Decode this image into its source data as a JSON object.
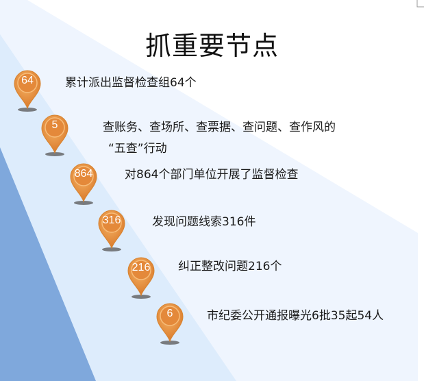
{
  "title": "抓重要节点",
  "colors": {
    "pin": "#e8923a",
    "band_dark": "#7fa8dc",
    "band_mid": "#ddecfc",
    "band_light": "#eff5fe"
  },
  "items": [
    {
      "number": "64",
      "text": "累计派出监督检查组64个"
    },
    {
      "number": "5",
      "text": "查账务、查场所、查票据、查问题、查作风的",
      "text2": "“五查”行动"
    },
    {
      "number": "864",
      "text": "对864个部门单位开展了监督检查"
    },
    {
      "number": "316",
      "text": "发现问题线索316件"
    },
    {
      "number": "216",
      "text": "纠正整改问题216个"
    },
    {
      "number": "6",
      "text": "市纪委公开通报曝光6批35起54人"
    }
  ]
}
